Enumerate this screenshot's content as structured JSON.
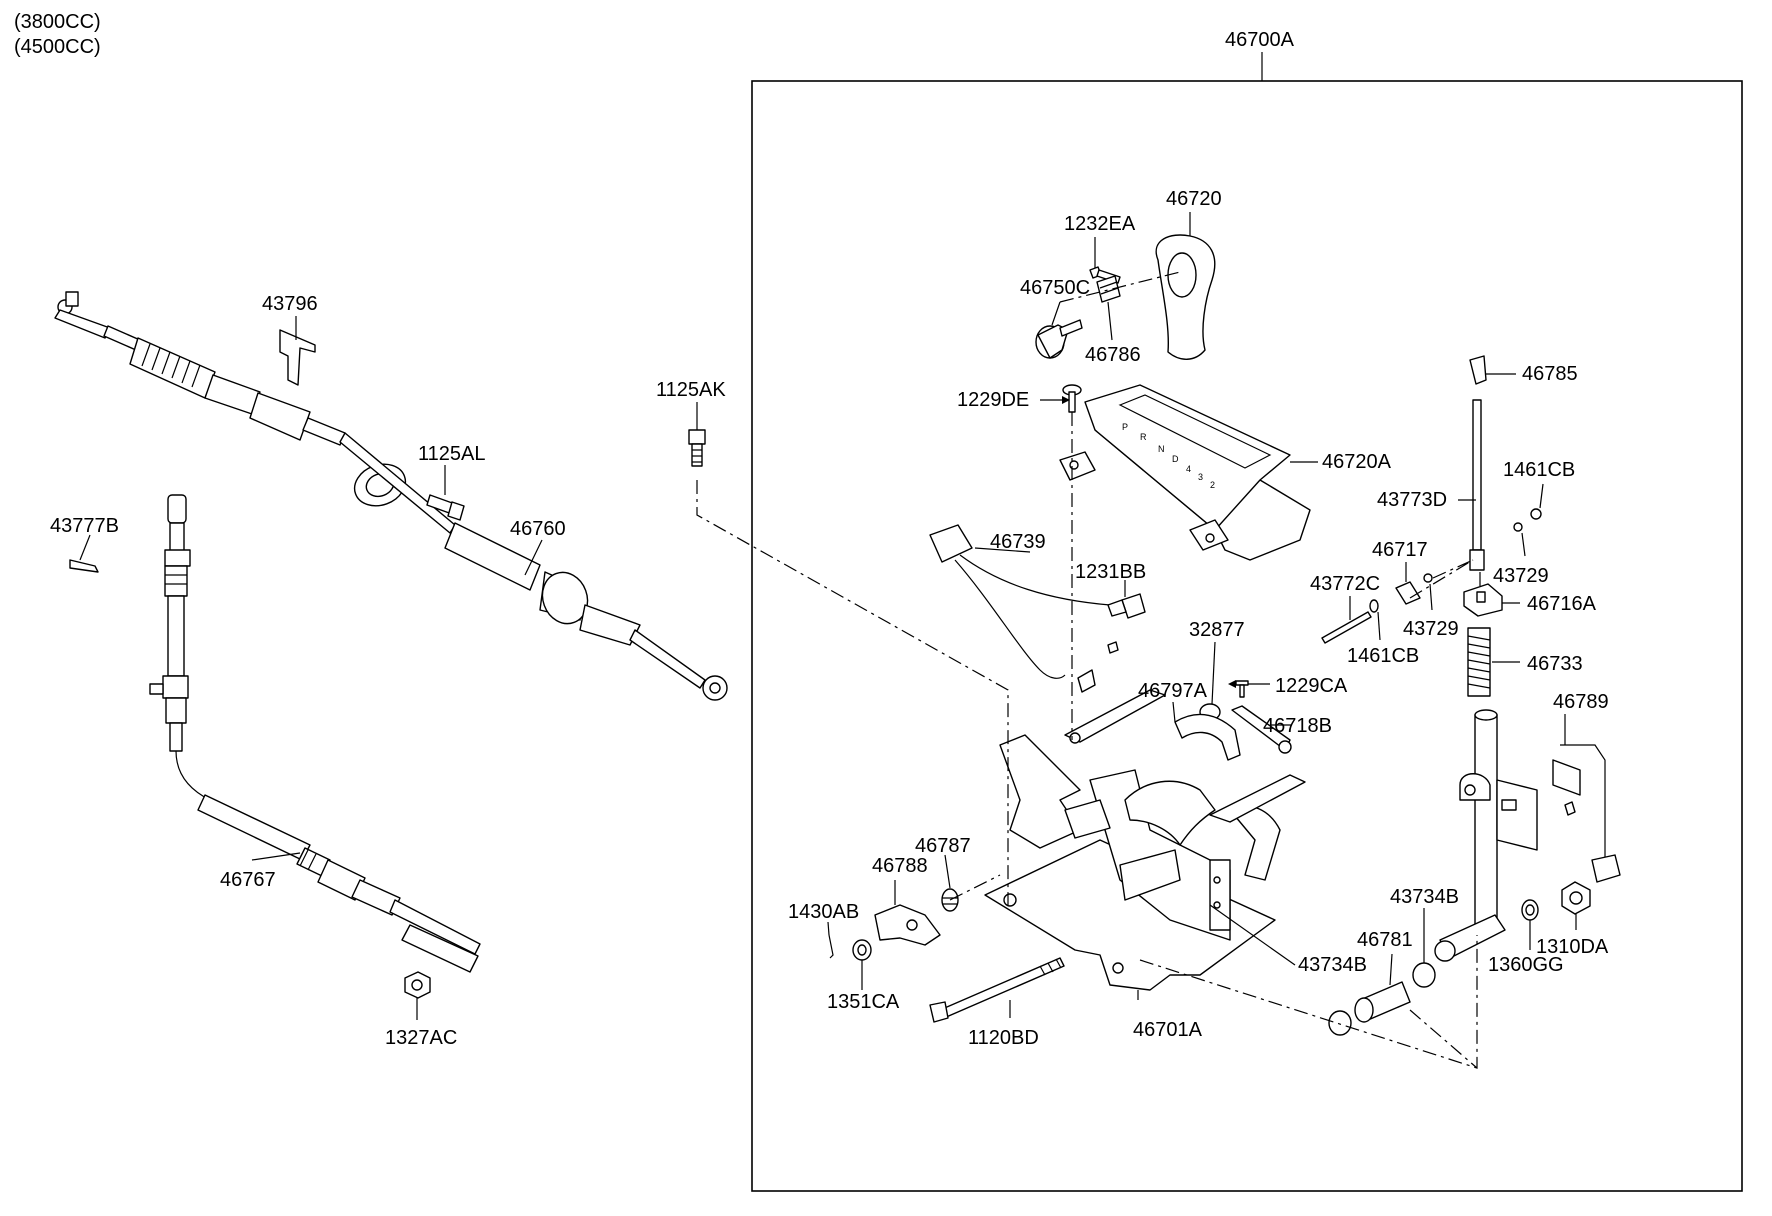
{
  "header": {
    "variant_1": "(3800CC)",
    "variant_2": "(4500CC)"
  },
  "assembly": {
    "label": "46700A"
  },
  "callouts": [
    {
      "key": "c46720",
      "text": "46720"
    },
    {
      "key": "c1232EA",
      "text": "1232EA"
    },
    {
      "key": "c46750C",
      "text": "46750C"
    },
    {
      "key": "c46786",
      "text": "46786"
    },
    {
      "key": "c1229DE",
      "text": "1229DE"
    },
    {
      "key": "c46720A",
      "text": "46720A"
    },
    {
      "key": "c46785",
      "text": "46785"
    },
    {
      "key": "c1461CB_a",
      "text": "1461CB"
    },
    {
      "key": "c43773D",
      "text": "43773D"
    },
    {
      "key": "c46717",
      "text": "46717"
    },
    {
      "key": "c43729_a",
      "text": "43729"
    },
    {
      "key": "c43772C",
      "text": "43772C"
    },
    {
      "key": "c46716A",
      "text": "46716A"
    },
    {
      "key": "c43729_b",
      "text": "43729"
    },
    {
      "key": "c1461CB_b",
      "text": "1461CB"
    },
    {
      "key": "c46733",
      "text": "46733"
    },
    {
      "key": "c46739",
      "text": "46739"
    },
    {
      "key": "c1231BB",
      "text": "1231BB"
    },
    {
      "key": "c32877",
      "text": "32877"
    },
    {
      "key": "c46797A",
      "text": "46797A"
    },
    {
      "key": "c1229CA",
      "text": "1229CA"
    },
    {
      "key": "c46718B",
      "text": "46718B"
    },
    {
      "key": "c46789",
      "text": "46789"
    },
    {
      "key": "c43796",
      "text": "43796"
    },
    {
      "key": "c1125AK",
      "text": "1125AK"
    },
    {
      "key": "c1125AL",
      "text": "1125AL"
    },
    {
      "key": "c46760",
      "text": "46760"
    },
    {
      "key": "c43777B",
      "text": "43777B"
    },
    {
      "key": "c46767",
      "text": "46767"
    },
    {
      "key": "c1327AC",
      "text": "1327AC"
    },
    {
      "key": "c46787",
      "text": "46787"
    },
    {
      "key": "c46788",
      "text": "46788"
    },
    {
      "key": "c1430AB",
      "text": "1430AB"
    },
    {
      "key": "c1351CA",
      "text": "1351CA"
    },
    {
      "key": "c1120BD",
      "text": "1120BD"
    },
    {
      "key": "c46701A",
      "text": "46701A"
    },
    {
      "key": "c43734B_a",
      "text": "43734B"
    },
    {
      "key": "c43734B_b",
      "text": "43734B"
    },
    {
      "key": "c46781",
      "text": "46781"
    },
    {
      "key": "c1360GG",
      "text": "1360GG"
    },
    {
      "key": "c1310DA",
      "text": "1310DA"
    }
  ]
}
